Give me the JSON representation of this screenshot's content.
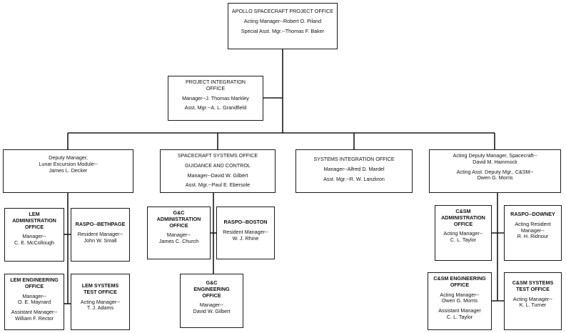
{
  "org_chart": {
    "apollo_office": {
      "title": "APOLLO SPACECRAFT PROJECT OFFICE",
      "lines": [
        "Acting Manager--Robert O. Piland",
        "Special Asst. Mgr.--Thomas F. Baker"
      ]
    },
    "project_integration": {
      "title_lines": [
        "PROJECT INTEGRATION",
        "OFFICE"
      ],
      "lines": [
        "Manager--J. Thomas Markley",
        "Asst. Mgr.--A. L. Grandfield"
      ]
    },
    "deputy_lem": {
      "lines": [
        "Deputy Manager,",
        "Lunar Excursion Module--",
        "James L. Decker"
      ]
    },
    "spacecraft_systems": {
      "title_lines": [
        "SPACECRAFT SYSTEMS OFFICE",
        "GUIDANCE AND CONTROL"
      ],
      "lines": [
        "Manager--David W. Gilbert",
        "Asst. Mgr.--Paul E. Ebersole"
      ]
    },
    "systems_integration": {
      "title": "SYSTEMS INTEGRATION OFFICE",
      "lines": [
        "Manager--Alfred D. Mardel",
        "Asst. Mgr.--R. W. Lanzkron"
      ]
    },
    "acting_deputy_spacecraft": {
      "lines_a": [
        "Acting Deputy Manager, Spacecraft--",
        "David M. Hammock"
      ],
      "lines_b": [
        "Acting Asst. Deputy Mgr., C&SM--",
        "Owen G. Morris"
      ]
    },
    "lem_admin": {
      "title_lines": [
        "LEM",
        "ADMINISTRATION",
        "OFFICE"
      ],
      "lines": [
        "Manager--",
        "C. E. McCollough"
      ]
    },
    "raspo_bethpage": {
      "title": "RASPO--BETHPAGE",
      "lines": [
        "Resident Manager--",
        "John W. Small"
      ]
    },
    "lem_engineering": {
      "title_lines": [
        "LEM ENGINEERING",
        "OFFICE"
      ],
      "lines_a": [
        "Manager--",
        "O. E. Maynard"
      ],
      "lines_b": [
        "Assistant Manager--",
        "William F. Rector"
      ]
    },
    "lem_systems_test": {
      "title_lines": [
        "LEM SYSTEMS",
        "TEST OFFICE"
      ],
      "lines": [
        "Acting Manager--",
        "T. J. Adams"
      ]
    },
    "gc_admin": {
      "title_lines": [
        "G&C",
        "ADMINISTRATION",
        "OFFICE"
      ],
      "lines": [
        "Manager--",
        "James C. Church"
      ]
    },
    "raspo_boston": {
      "title": "RASPO--BOSTON",
      "lines": [
        "Resident Manager--",
        "W. J. Rhine"
      ]
    },
    "gc_engineering": {
      "title_lines": [
        "G&C",
        "ENGINEERING",
        "OFFICE"
      ],
      "lines": [
        "Manager--",
        "David W. Gilbert"
      ]
    },
    "csm_admin": {
      "title_lines": [
        "C&SM",
        "ADMINISTRATION",
        "OFFICE"
      ],
      "lines": [
        "Acting Manager--",
        "C. L. Taylor"
      ]
    },
    "raspo_downey": {
      "title": "RASPO--DOWNEY",
      "lines": [
        "Acting Resident",
        "Manager--",
        "R. H. Ridnour"
      ]
    },
    "csm_engineering": {
      "title_lines": [
        "C&SM ENGINEERING",
        "OFFICE"
      ],
      "lines_a": [
        "Acting Manager--",
        "Owen G. Morris"
      ],
      "lines_b": [
        "Assistant Manager",
        "C. L. Taylor"
      ]
    },
    "csm_systems_test": {
      "title_lines": [
        "C&SM SYSTEMS",
        "TEST OFFICE"
      ],
      "lines": [
        "Acting Manager--",
        "K. L. Turner"
      ]
    }
  }
}
